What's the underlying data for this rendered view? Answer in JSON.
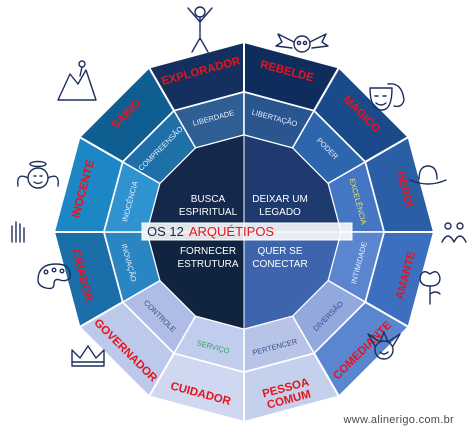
{
  "title": {
    "prefix": "OS 12",
    "highlight": "ARQUÉTIPOS"
  },
  "center": {
    "top_left": [
      "BUSCA",
      "ESPIRITUAL"
    ],
    "top_right": [
      "DEIXAR UM",
      "LEGADO"
    ],
    "bottom_left": [
      "FORNECER",
      "ESTRUTURA"
    ],
    "bottom_right": [
      "QUER SE",
      "CONECTAR"
    ]
  },
  "inner_ring": [
    "LIBERDADE",
    "LIBERTAÇÃO",
    "PODER",
    "EXCELÊNCIA",
    "INTIMIDADE",
    "DIVERSÃO",
    "PERTENCER",
    "SERVIÇO",
    "CONTROLE",
    "INOVAÇÃO",
    "INOCÊNCIA",
    "COMPREENSÃO"
  ],
  "outer_ring": [
    "EXPLORADOR",
    "REBELDE",
    "MÁGICO",
    "HERÓI",
    "AMANTE",
    "COMEDIANTE",
    "PESSOA COMUM",
    "CUIDADOR",
    "GOVERNADOR",
    "CRIADOR",
    "INOCENTE",
    "SÁBIO"
  ],
  "colors": {
    "accent_red": "#e8141c",
    "dark_navy": "#13284a",
    "outer_teal_dark": "#0f3d6e",
    "outer_light": "#c9d3ee",
    "inner_light": "#aab6e0"
  },
  "decorative_icons": [
    "celebrating-person-sketch-icon",
    "winged-skull-sketch-icon",
    "climber-on-rock-sketch-icon",
    "theater-masks-sketch-icon",
    "angel-face-sketch-icon",
    "cowboy-hat-sketch-icon",
    "paint-palette-sketch-icon",
    "rose-sketch-icon",
    "crown-sketch-icon",
    "jester-face-sketch-icon",
    "hands-sketch-icon",
    "people-group-sketch-icon"
  ],
  "credit": "www.alinerigo.com.br"
}
